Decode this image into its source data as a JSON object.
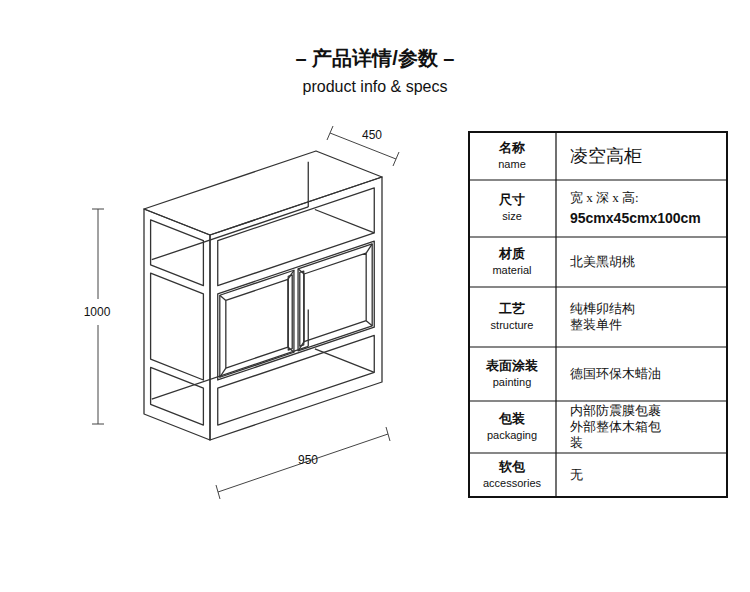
{
  "diagram": {
    "title": "– 产品详情/参数 –",
    "labels": [
      "product info & specs",
      "450",
      "1000",
      "950",
      "名称",
      "name",
      "凌空高柜",
      "尺寸",
      "size",
      "宽 x 深 x 高:",
      "95cmx45cmx100cm",
      "材质",
      "material",
      "北美黑胡桃",
      "工艺",
      "structure",
      "纯榫卯结构 整装单件",
      "表面涂装",
      "painting",
      "德国环保木蜡油",
      "包装",
      "packaging",
      "内部防震膜包裹 外部整体木箱包装",
      "软包",
      "accessories",
      "无"
    ]
  }
}
